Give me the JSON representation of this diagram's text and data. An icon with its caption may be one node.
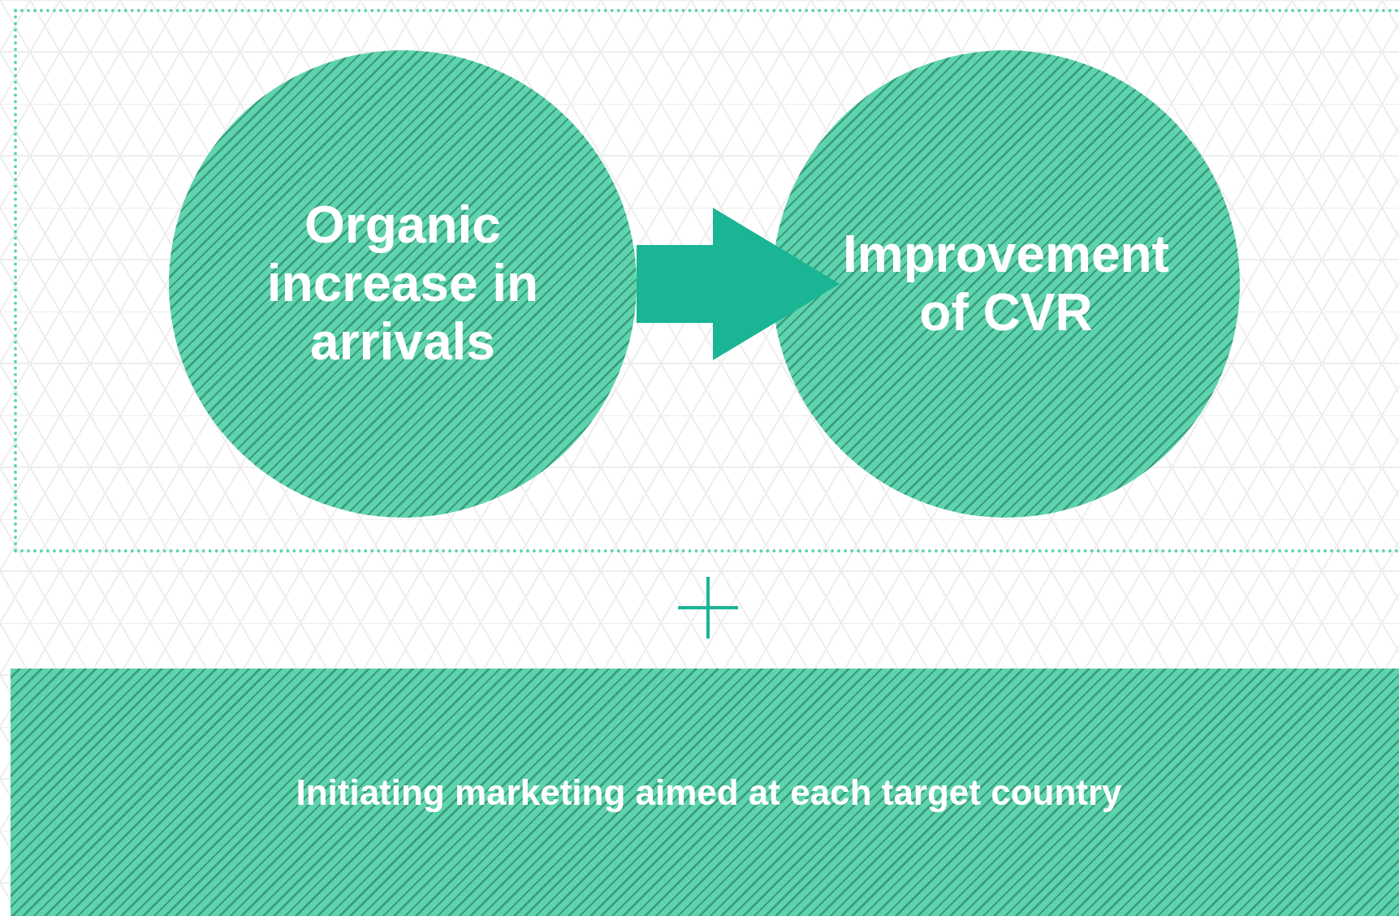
{
  "diagram": {
    "nodes": [
      {
        "text": [],
        "shape": "box"
      },
      {
        "text": [
          "Organic increase in arrivals"
        ],
        "in": 0
      },
      {
        "text": [
          "Improvement of CVR"
        ],
        "in": 0
      },
      {
        "text": [
          "Initiating marketing aimed at each target country"
        ]
      }
    ],
    "edges": [
      {
        "from": 1,
        "to": 2,
        "arrow": "to",
        "style": "thick"
      }
    ]
  }
}
